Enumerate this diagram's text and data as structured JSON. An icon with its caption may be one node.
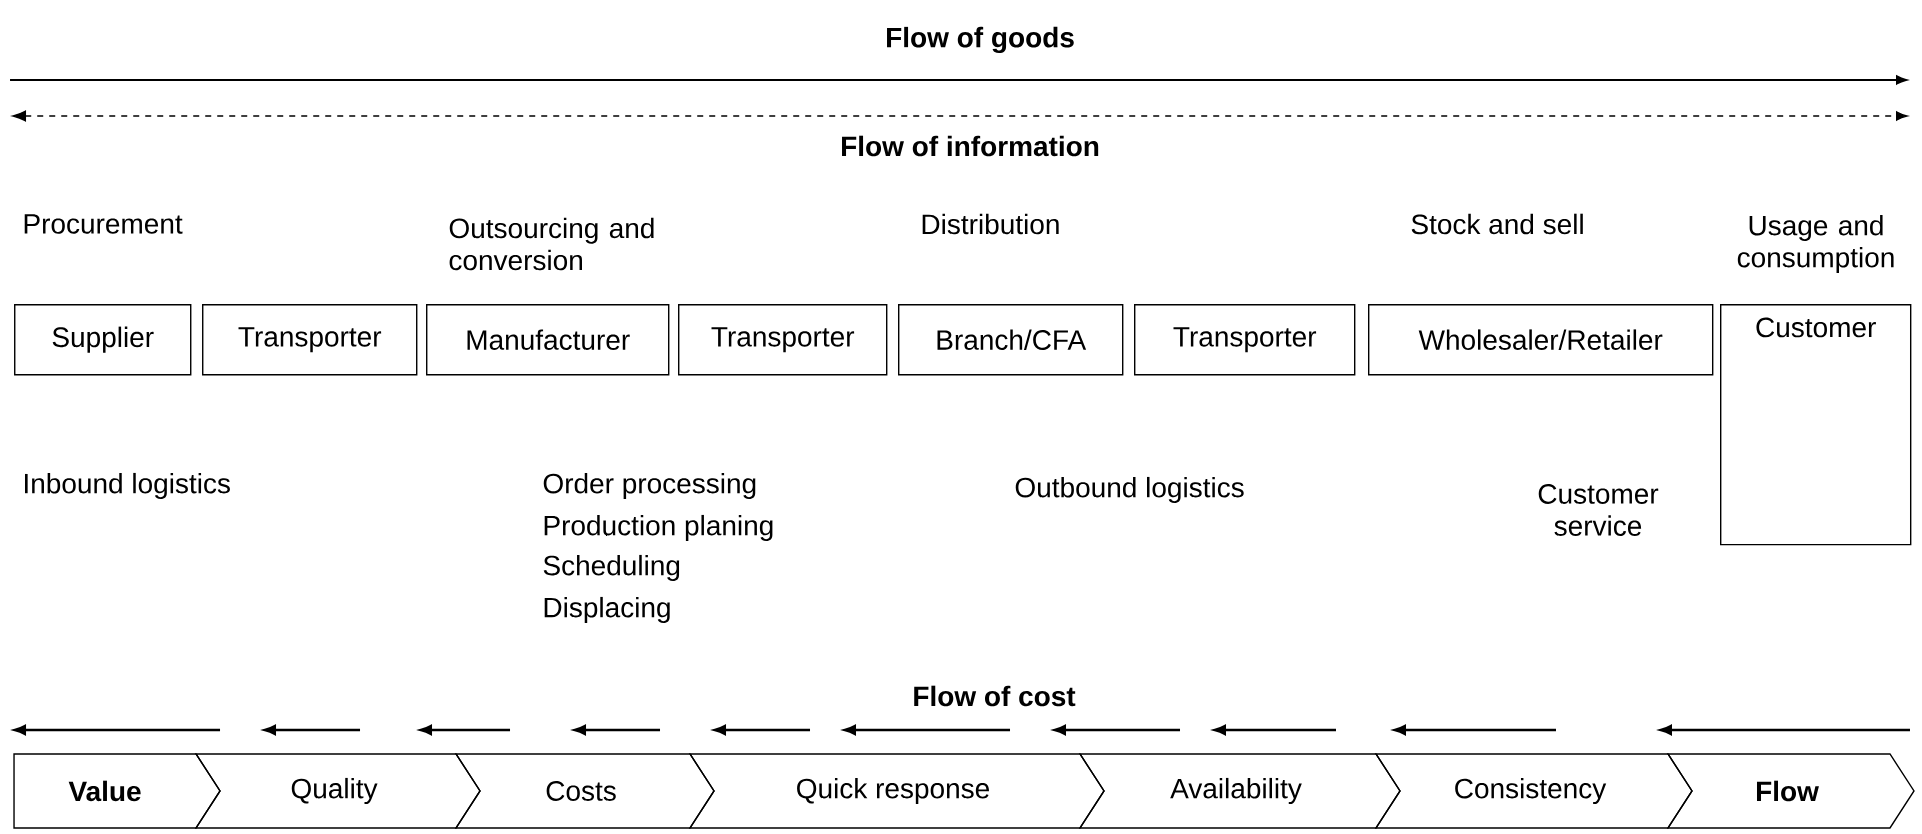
{
  "diagram": {
    "nodes": [
      {
        "text": [
          "Supplier"
        ]
      },
      {
        "text": [
          "Transporter"
        ]
      },
      {
        "text": [
          "Manufacturer"
        ]
      },
      {
        "text": [
          "Transporter"
        ]
      },
      {
        "text": [
          "Branch/CFA"
        ]
      },
      {
        "text": [
          "Transporter"
        ]
      },
      {
        "text": [
          "Wholesaler/Retailer"
        ]
      },
      {
        "text": [
          "Customer"
        ]
      },
      {
        "text": [
          "Value"
        ]
      },
      {
        "text": [
          "Quality"
        ]
      },
      {
        "text": [
          "Costs"
        ]
      },
      {
        "text": [
          "Quick response"
        ]
      },
      {
        "text": [
          "Availability"
        ]
      },
      {
        "text": [
          "Consistency"
        ]
      },
      {
        "text": [
          "Flow"
        ]
      }
    ],
    "labels": [
      "Flow of goods",
      "Flow of information",
      "Procurement",
      "Outsourcing and conversion",
      "Distribution",
      "Stock and sell",
      "Usage and consumption",
      "Inbound logistics",
      "Order processing",
      "Production planing",
      "Scheduling",
      "Displacing",
      "Outbound logistics",
      "Customer service",
      "Flow of cost"
    ]
  }
}
